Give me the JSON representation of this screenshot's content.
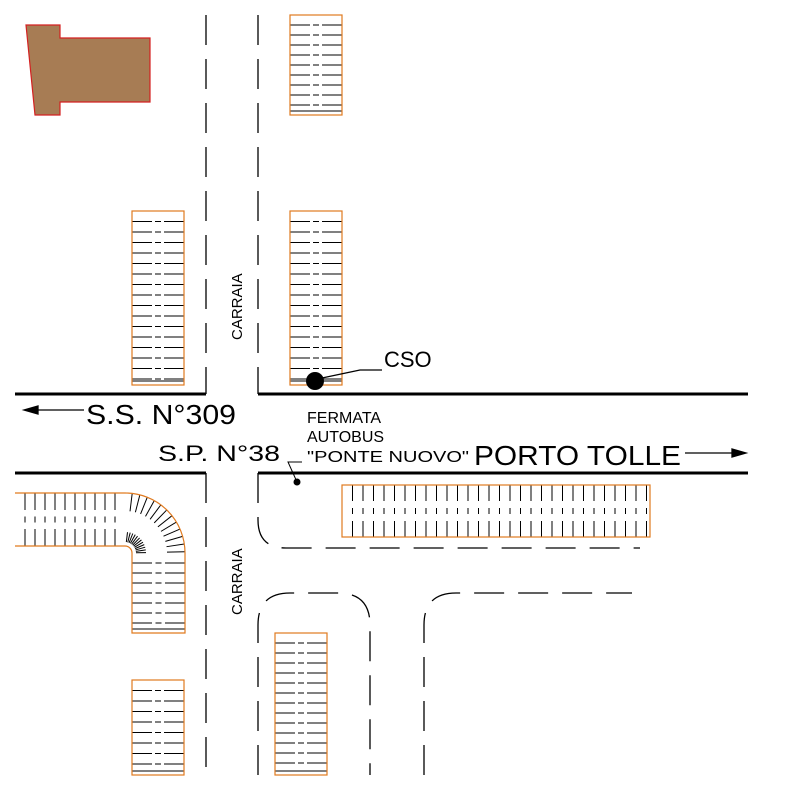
{
  "labels": {
    "road_west": "S.S. N°309",
    "road_east": "PORTO TOLLE",
    "road_south_label": "S.P. N°38",
    "lane_north": "CARRAIA",
    "lane_south": "CARRAIA",
    "cso": "CSO",
    "bus_stop_line1": "FERMATA",
    "bus_stop_line2": "AUTOBUS",
    "bus_stop_line3": "\"PONTE NUOVO\""
  },
  "colors": {
    "building_fill": "#a77c54",
    "building_stroke": "#d42020",
    "parking_outline": "#e07a1f",
    "line": "#000000",
    "background": "#ffffff"
  }
}
